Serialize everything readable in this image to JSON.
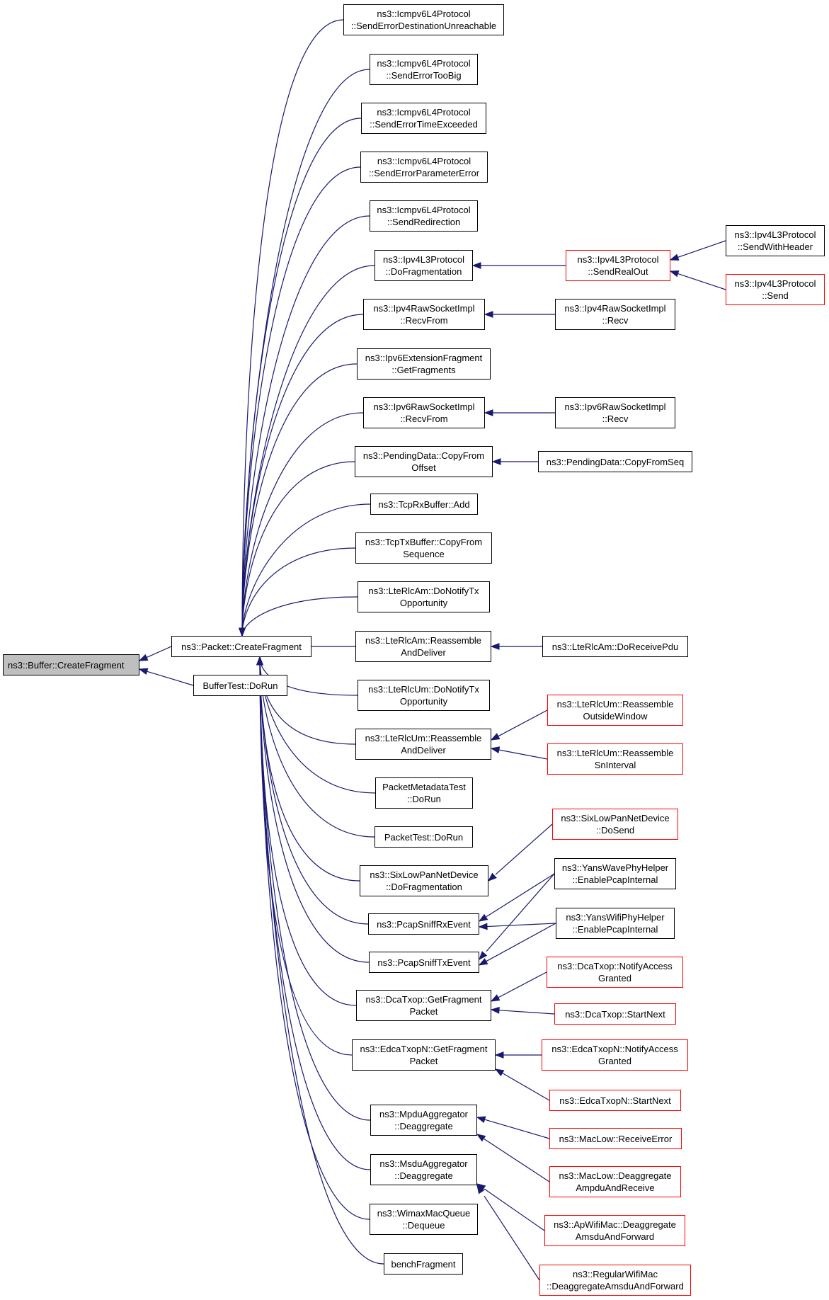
{
  "graph_title": "",
  "colors": {
    "edge": "#191970",
    "node_border": "#000000",
    "truncated_border": "#ff0000",
    "root_fill": "#bfbfbf"
  },
  "nodes": {
    "buffer_create_fragment": {
      "lines": [
        "ns3::Buffer::CreateFragment"
      ]
    },
    "packet_create_fragment": {
      "lines": [
        "ns3::Packet::CreateFragment"
      ]
    },
    "buffertest_dorun": {
      "lines": [
        "BufferTest::DoRun"
      ]
    },
    "icmpv6_dest_unreach": {
      "lines": [
        "ns3::Icmpv6L4Protocol",
        "::SendErrorDestinationUnreachable"
      ]
    },
    "icmpv6_too_big": {
      "lines": [
        "ns3::Icmpv6L4Protocol",
        "::SendErrorTooBig"
      ]
    },
    "icmpv6_time_exceeded": {
      "lines": [
        "ns3::Icmpv6L4Protocol",
        "::SendErrorTimeExceeded"
      ]
    },
    "icmpv6_param_error": {
      "lines": [
        "ns3::Icmpv6L4Protocol",
        "::SendErrorParameterError"
      ]
    },
    "icmpv6_redirection": {
      "lines": [
        "ns3::Icmpv6L4Protocol",
        "::SendRedirection"
      ]
    },
    "ipv4l3_dofragmentation": {
      "lines": [
        "ns3::Ipv4L3Protocol",
        "::DoFragmentation"
      ]
    },
    "ipv4l3_sendrealout": {
      "lines": [
        "ns3::Ipv4L3Protocol",
        "::SendRealOut"
      ]
    },
    "ipv4l3_sendwithheader": {
      "lines": [
        "ns3::Ipv4L3Protocol",
        "::SendWithHeader"
      ]
    },
    "ipv4l3_send": {
      "lines": [
        "ns3::Ipv4L3Protocol",
        "::Send"
      ]
    },
    "ipv4raw_recvfrom": {
      "lines": [
        "ns3::Ipv4RawSocketImpl",
        "::RecvFrom"
      ]
    },
    "ipv4raw_recv": {
      "lines": [
        "ns3::Ipv4RawSocketImpl",
        "::Recv"
      ]
    },
    "ipv6ext_getfragments": {
      "lines": [
        "ns3::Ipv6ExtensionFragment",
        "::GetFragments"
      ]
    },
    "ipv6raw_recvfrom": {
      "lines": [
        "ns3::Ipv6RawSocketImpl",
        "::RecvFrom"
      ]
    },
    "ipv6raw_recv": {
      "lines": [
        "ns3::Ipv6RawSocketImpl",
        "::Recv"
      ]
    },
    "pending_copyfromoffset": {
      "lines": [
        "ns3::PendingData::CopyFrom",
        "Offset"
      ]
    },
    "pending_copyfromseq": {
      "lines": [
        "ns3::PendingData::CopyFromSeq"
      ]
    },
    "tcprx_add": {
      "lines": [
        "ns3::TcpRxBuffer::Add"
      ]
    },
    "tcptx_copyfromseq": {
      "lines": [
        "ns3::TcpTxBuffer::CopyFrom",
        "Sequence"
      ]
    },
    "lterlcam_notifytx": {
      "lines": [
        "ns3::LteRlcAm::DoNotifyTx",
        "Opportunity"
      ]
    },
    "lterlcam_reassemble": {
      "lines": [
        "ns3::LteRlcAm::Reassemble",
        "AndDeliver"
      ]
    },
    "lterlcam_receivepdu": {
      "lines": [
        "ns3::LteRlcAm::DoReceivePdu"
      ]
    },
    "lterlcum_notifytx": {
      "lines": [
        "ns3::LteRlcUm::DoNotifyTx",
        "Opportunity"
      ]
    },
    "lterlcum_reassemble": {
      "lines": [
        "ns3::LteRlcUm::Reassemble",
        "AndDeliver"
      ]
    },
    "lterlcum_outsidewindow": {
      "lines": [
        "ns3::LteRlcUm::Reassemble",
        "OutsideWindow"
      ]
    },
    "lterlcum_sninterval": {
      "lines": [
        "ns3::LteRlcUm::Reassemble",
        "SnInterval"
      ]
    },
    "packetmetadatatest_dorun": {
      "lines": [
        "PacketMetadataTest",
        "::DoRun"
      ]
    },
    "packettest_dorun": {
      "lines": [
        "PacketTest::DoRun"
      ]
    },
    "sixlowpan_dofragmentation": {
      "lines": [
        "ns3::SixLowPanNetDevice",
        "::DoFragmentation"
      ]
    },
    "sixlowpan_dosend": {
      "lines": [
        "ns3::SixLowPanNetDevice",
        "::DoSend"
      ]
    },
    "pcapsniffrx": {
      "lines": [
        "ns3::PcapSniffRxEvent"
      ]
    },
    "pcapsnifftx": {
      "lines": [
        "ns3::PcapSniffTxEvent"
      ]
    },
    "yanswave_enablepcap": {
      "lines": [
        "ns3::YansWavePhyHelper",
        "::EnablePcapInternal"
      ]
    },
    "yanswifi_enablepcap": {
      "lines": [
        "ns3::YansWifiPhyHelper",
        "::EnablePcapInternal"
      ]
    },
    "dcatxop_getfragment": {
      "lines": [
        "ns3::DcaTxop::GetFragment",
        "Packet"
      ]
    },
    "dcatxop_notifyaccess": {
      "lines": [
        "ns3::DcaTxop::NotifyAccess",
        "Granted"
      ]
    },
    "dcatxop_startnext": {
      "lines": [
        "ns3::DcaTxop::StartNext"
      ]
    },
    "edcatxopn_getfragment": {
      "lines": [
        "ns3::EdcaTxopN::GetFragment",
        "Packet"
      ]
    },
    "edcatxopn_notifyaccess": {
      "lines": [
        "ns3::EdcaTxopN::NotifyAccess",
        "Granted"
      ]
    },
    "edcatxopn_startnext": {
      "lines": [
        "ns3::EdcaTxopN::StartNext"
      ]
    },
    "mpdu_deaggregate": {
      "lines": [
        "ns3::MpduAggregator",
        "::Deaggregate"
      ]
    },
    "maclow_receiveerror": {
      "lines": [
        "ns3::MacLow::ReceiveError"
      ]
    },
    "maclow_deaggregate": {
      "lines": [
        "ns3::MacLow::Deaggregate",
        "AmpduAndReceive"
      ]
    },
    "msdu_deaggregate": {
      "lines": [
        "ns3::MsduAggregator",
        "::Deaggregate"
      ]
    },
    "apwifimac_deaggregate": {
      "lines": [
        "ns3::ApWifiMac::Deaggregate",
        "AmsduAndForward"
      ]
    },
    "regularwifimac_deaggregate": {
      "lines": [
        "ns3::RegularWifiMac",
        "::DeaggregateAmsduAndForward"
      ]
    },
    "wimax_dequeue": {
      "lines": [
        "ns3::WimaxMacQueue",
        "::Dequeue"
      ]
    },
    "benchfragment": {
      "lines": [
        "benchFragment"
      ]
    }
  }
}
